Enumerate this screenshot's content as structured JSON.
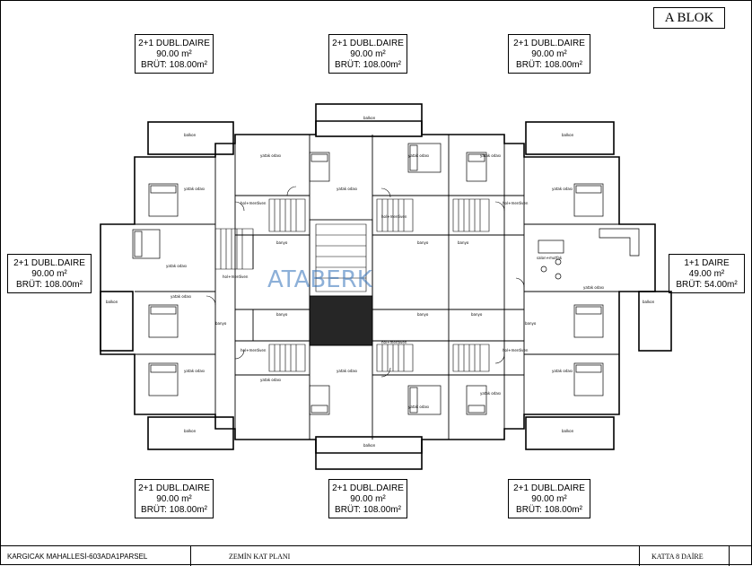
{
  "block": {
    "label": "A BLOK"
  },
  "units": {
    "top_left": {
      "type": "2+1 DUBL.DAIRE",
      "net": "90.00 m²",
      "gross": "BRÜT: 108.00m²"
    },
    "top_center": {
      "type": "2+1 DUBL.DAIRE",
      "net": "90.00 m²",
      "gross": "BRÜT: 108.00m²"
    },
    "top_right": {
      "type": "2+1 DUBL.DAIRE",
      "net": "90.00 m²",
      "gross": "BRÜT: 108.00m²"
    },
    "mid_left": {
      "type": "2+1 DUBL.DAIRE",
      "net": "90.00 m²",
      "gross": "BRÜT: 108.00m²"
    },
    "mid_right": {
      "type": "1+1 DAIRE",
      "net": "49.00 m²",
      "gross": "BRÜT: 54.00m²"
    },
    "bottom_left": {
      "type": "2+1 DUBL.DAIRE",
      "net": "90.00 m²",
      "gross": "BRÜT: 108.00m²"
    },
    "bottom_center": {
      "type": "2+1 DUBL.DAIRE",
      "net": "90.00 m²",
      "gross": "BRÜT: 108.00m²"
    },
    "bottom_right": {
      "type": "2+1 DUBL.DAIRE",
      "net": "90.00 m²",
      "gross": "BRÜT: 108.00m²"
    }
  },
  "watermark": "ATABERK",
  "footer": {
    "project": "KARGICAK MAHALLESİ-603ADA1PARSEL",
    "plan": "ZEMİN KAT PLANI",
    "count": "KATTA 8 DAİRE"
  },
  "room_labels": {
    "balkon": "balkon",
    "yatak_odasi": "yatak odası",
    "hol_merdiven": "hol+merdiven",
    "banyo": "banyo",
    "salon_mutfak": "salon+mutfak"
  }
}
